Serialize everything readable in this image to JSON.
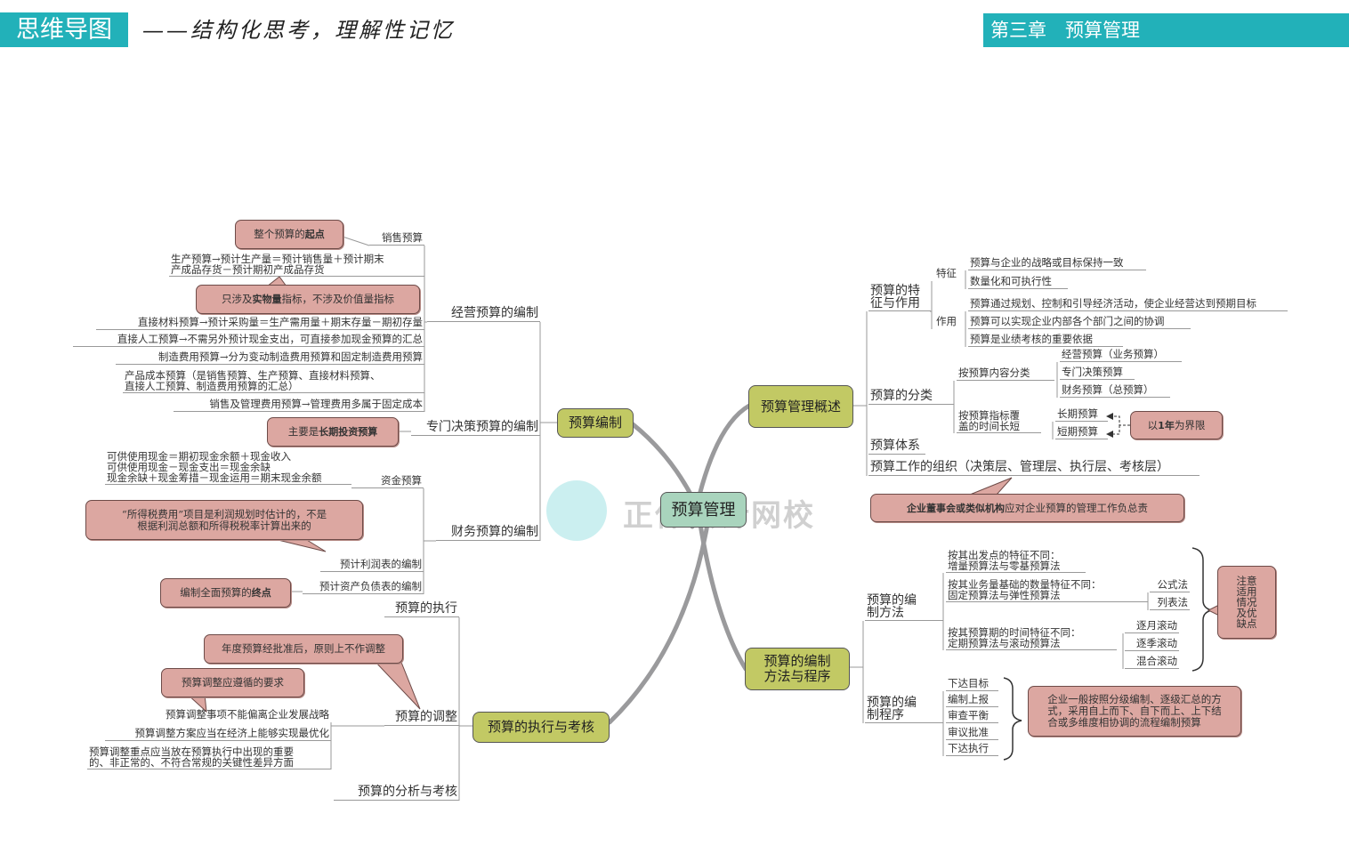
{
  "header": {
    "badge": "思维导图",
    "subtitle": "——结构化思考，理解性记忆",
    "chapter": "第三章　预算管理"
  },
  "watermark": "正保会计网校",
  "center": "预算管理",
  "budget_preparation": {
    "title": "预算编制",
    "operating": {
      "label": "经营预算的编制",
      "items": [
        "销售预算",
        "生产预算→预计生产量＝预计销售量＋预计期末\n产成品存货－预计期初产成品存货",
        "直接材料预算→预计采购量＝生产需用量＋期末存量－期初存量",
        "直接人工预算→不需另外预计现金支出，可直接参加现金预算的汇总",
        "制造费用预算→分为变动制造费用预算和固定制造费用预算",
        "产品成本预算（是销售预算、生产预算、直接材料预算、\n直接人工预算、制造费用预算的汇总）",
        "销售及管理费用预算→管理费用多属于固定成本"
      ],
      "callout_start": {
        "pre": "整个预算的",
        "bold": "起点"
      },
      "callout_physical": {
        "pre": "只涉及",
        "bold": "实物量",
        "post": "指标，不涉及价值量指标"
      }
    },
    "special": {
      "label": "专门决策预算的编制",
      "callout": {
        "pre": "主要是",
        "bold": "长期投资预算"
      }
    },
    "financial": {
      "label": "财务预算的编制",
      "cash_label": "资金预算",
      "cash_formulas": "可供使用现金＝期初现金余额＋现金收入\n可供使用现金－现金支出＝现金余缺\n现金余缺＋现金筹措－现金运用＝期末现金余额",
      "income_label": "预计利润表的编制",
      "income_callout": "“所得税费用”项目是利润规划时估计的，不是\n根据利润总额和所得税税率计算出来的",
      "balance_label": "预计资产负债表的编制",
      "balance_callout": {
        "pre": "编制全面预算的",
        "bold": "终点"
      }
    }
  },
  "execution": {
    "title": "预算的执行与考核",
    "exec_label": "预算的执行",
    "adjust_label": "预算的调整",
    "adjust_callout_1": "年度预算经批准后，原则上不作调整",
    "adjust_callout_2": "预算调整应遵循的要求",
    "adjust_items": [
      "预算调整事项不能偏离企业发展战略",
      "预算调整方案应当在经济上能够实现最优化",
      "预算调整重点应当放在预算执行中出现的重要\n的、非正常的、不符合常规的关键性差异方面"
    ],
    "analysis_label": "预算的分析与考核"
  },
  "overview": {
    "title": "预算管理概述",
    "features_label": "预算的特\n征与作用",
    "feature_label": "特征",
    "feature_items": [
      "预算与企业的战略或目标保持一致",
      "数量化和可执行性"
    ],
    "function_label": "作用",
    "function_items": [
      "预算通过规划、控制和引导经济活动，使企业经营达到预期目标",
      "预算可以实现企业内部各个部门之间的协调",
      "预算是业绩考核的重要依据"
    ],
    "classification_label": "预算的分类",
    "by_content_label": "按预算内容分类",
    "by_content_items": [
      "经营预算（业务预算）",
      "专门决策预算",
      "财务预算（总预算）"
    ],
    "by_time_label": "按预算指标覆\n盖的时间长短",
    "by_time_items": [
      "长期预算",
      "短期预算"
    ],
    "by_time_callout": {
      "pre": "以",
      "bold": "1年",
      "post": "为界限"
    },
    "system_label": "预算体系",
    "organization_label": "预算工作的组织（决策层、管理层、执行层、考核层）",
    "organization_callout": {
      "bold": "企业董事会或类似机构",
      "post": "应对企业预算的管理工作负总责"
    }
  },
  "methods": {
    "title": "预算的编制\n方法与程序",
    "methods_label": "预算的编\n制方法",
    "method_items": [
      "按其出发点的特征不同：\n增量预算法与零基预算法",
      "按其业务量基础的数量特征不同：\n固定预算法与弹性预算法",
      "按其预算期的时间特征不同：\n定期预算法与滚动预算法"
    ],
    "flexible_items": [
      "公式法",
      "列表法"
    ],
    "rolling_items": [
      "逐月滚动",
      "逐季滚动",
      "混合滚动"
    ],
    "methods_callout": "注意\n适用\n情况\n及优\n缺点",
    "procedure_label": "预算的编\n制程序",
    "procedure_items": [
      "下达目标",
      "编制上报",
      "审查平衡",
      "审议批准",
      "下达执行"
    ],
    "procedure_callout": "企业一般按照分级编制、逐级汇总的方\n式，采用自上而下、自下而上、上下结\n合或多维度相协调的流程编制预算"
  }
}
